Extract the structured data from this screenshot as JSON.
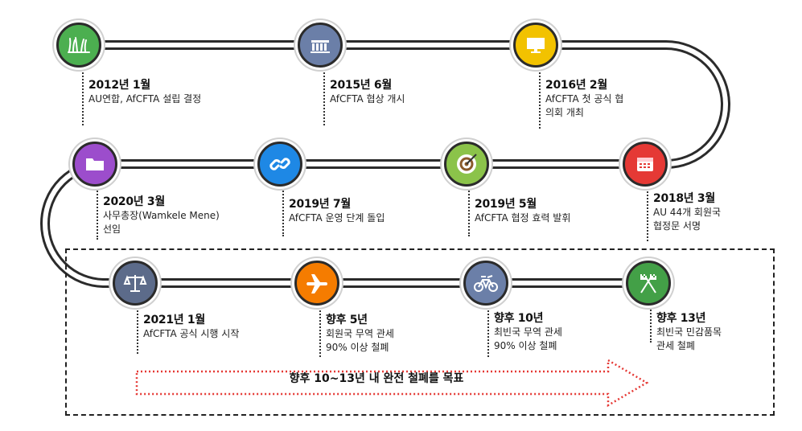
{
  "milestones": [
    {
      "date": "2012년 1월",
      "desc": [
        "AU연합, AfCFTA 설립 결정"
      ],
      "icon": "grass-icon",
      "color": "#4caf50"
    },
    {
      "date": "2015년 6월",
      "desc": [
        "AfCFTA 협상 개시"
      ],
      "icon": "building-icon",
      "color": "#6b7fa8"
    },
    {
      "date": "2016년 2월",
      "desc": [
        "AfCFTA 첫 공식 협",
        "의회 개최"
      ],
      "icon": "monitor-icon",
      "color": "#f2c200"
    },
    {
      "date": "2018년 3월",
      "desc": [
        "AU 44개 회원국",
        "협정문 서명"
      ],
      "icon": "calendar-icon",
      "color": "#e53935"
    },
    {
      "date": "2019년 5월",
      "desc": [
        "AfCFTA 협정 효력 발휘"
      ],
      "icon": "target-icon",
      "color": "#8bc34a"
    },
    {
      "date": "2019년 7월",
      "desc": [
        "AfCFTA 운영 단계 돌입"
      ],
      "icon": "link-icon",
      "color": "#1e88e5"
    },
    {
      "date": "2020년 3월",
      "desc": [
        "사무총장(Wamkele Mene)",
        "선임"
      ],
      "icon": "folder-icon",
      "color": "#9c4dcc"
    },
    {
      "date": "2021년 1월",
      "desc": [
        "AfCFTA 공식 시행 시작"
      ],
      "icon": "scales-icon",
      "color": "#5c6b8a"
    },
    {
      "date": "향후 5년",
      "desc": [
        "회원국 무역 관세",
        "90% 이상 철폐"
      ],
      "icon": "airplane-icon",
      "color": "#f57c00"
    },
    {
      "date": "향후 10년",
      "desc": [
        "최빈국 무역 관세",
        "90% 이상 철폐"
      ],
      "icon": "bicycle-icon",
      "color": "#6b7fa8"
    },
    {
      "date": "향후 13년",
      "desc": [
        "최빈국 민감품목",
        "관세 철폐"
      ],
      "icon": "finish-flags-icon",
      "color": "#43a047"
    }
  ],
  "goal": {
    "text": "향후 10~13년 내 완전 철폐를 목표",
    "arrow_color": "#e53935"
  },
  "track_color": "#2b2b2b"
}
